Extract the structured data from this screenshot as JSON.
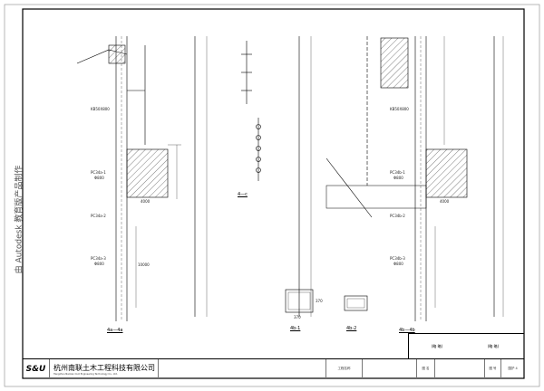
{
  "watermark": "由 Autodesk 教育版产品制作",
  "company": {
    "logo": "S&U",
    "name": "杭州南联土木工程科技有限公司",
    "name_en": "Hangzhou Nanlian Civil Engineering Technology Co., Ltd."
  },
  "sections": {
    "left": "4a—4a",
    "right": "4b—4b",
    "mid": "4—c",
    "detail1": "4b-1",
    "detail2": "4b-2"
  },
  "piles": [
    "PC34a-1",
    "PC34a-2",
    "PC34a-3",
    "PC34b-1",
    "PC34b-2",
    "PC34b-3"
  ],
  "pile_dia": "Φ800",
  "capping_beam": "KB50X800",
  "dims": {
    "box_w": "4000",
    "box_h": "4000",
    "pile_len": "10000",
    "sec_w": "370",
    "sec_h": "370"
  },
  "title_block": {
    "owner": "(略 略)",
    "designer": "(略 略)",
    "project_label": "工程名称",
    "drawing_label": "图 名",
    "drawing_no_label": "图 号",
    "drawing_no": "围护 4"
  }
}
